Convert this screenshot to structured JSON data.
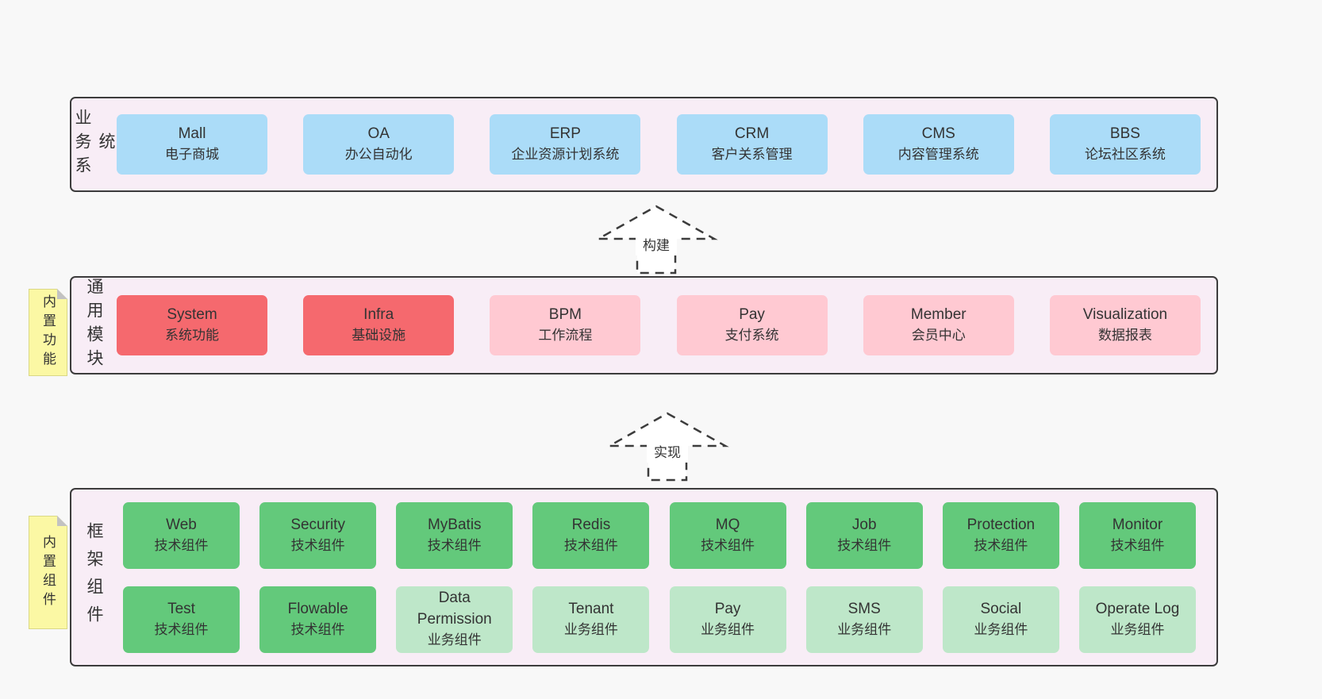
{
  "colors": {
    "page_bg": "#f8f8f8",
    "container_bg": "#f8edf6",
    "container_border": "#3c3c3c",
    "text": "#333333",
    "blue": "#abdcf8",
    "red": "#f5696e",
    "pink": "#ffc9d2",
    "green": "#63c97b",
    "light_green": "#bee7c9",
    "yellow_note": "#fbf8a4",
    "fold": "#c2c2c2",
    "arrow_fill": "#ffffff"
  },
  "rows": [
    {
      "id": "business-systems",
      "side_label": "业务系统",
      "note": null,
      "box_rows": [
        [
          {
            "name": "Mall",
            "subtitle": "电子商城",
            "color": "blue"
          },
          {
            "name": "OA",
            "subtitle": "办公自动化",
            "color": "blue"
          },
          {
            "name": "ERP",
            "subtitle": "企业资源计划系统",
            "color": "blue"
          },
          {
            "name": "CRM",
            "subtitle": "客户关系管理",
            "color": "blue"
          },
          {
            "name": "CMS",
            "subtitle": "内容管理系统",
            "color": "blue"
          },
          {
            "name": "BBS",
            "subtitle": "论坛社区系统",
            "color": "blue"
          }
        ]
      ]
    },
    {
      "id": "common-modules",
      "side_label": "通用模块",
      "note": "内置功能",
      "box_rows": [
        [
          {
            "name": "System",
            "subtitle": "系统功能",
            "color": "red"
          },
          {
            "name": "Infra",
            "subtitle": "基础设施",
            "color": "red"
          },
          {
            "name": "BPM",
            "subtitle": "工作流程",
            "color": "pink"
          },
          {
            "name": "Pay",
            "subtitle": "支付系统",
            "color": "pink"
          },
          {
            "name": "Member",
            "subtitle": "会员中心",
            "color": "pink"
          },
          {
            "name": "Visualization",
            "subtitle": "数据报表",
            "color": "pink"
          }
        ]
      ]
    },
    {
      "id": "framework-components",
      "side_label": "框架组件",
      "note": "内置组件",
      "box_rows": [
        [
          {
            "name": "Web",
            "subtitle": "技术组件",
            "color": "green"
          },
          {
            "name": "Security",
            "subtitle": "技术组件",
            "color": "green"
          },
          {
            "name": "MyBatis",
            "subtitle": "技术组件",
            "color": "green"
          },
          {
            "name": "Redis",
            "subtitle": "技术组件",
            "color": "green"
          },
          {
            "name": "MQ",
            "subtitle": "技术组件",
            "color": "green"
          },
          {
            "name": "Job",
            "subtitle": "技术组件",
            "color": "green"
          },
          {
            "name": "Protection",
            "subtitle": "技术组件",
            "color": "green"
          },
          {
            "name": "Monitor",
            "subtitle": "技术组件",
            "color": "green"
          }
        ],
        [
          {
            "name": "Test",
            "subtitle": "技术组件",
            "color": "green"
          },
          {
            "name": "Flowable",
            "subtitle": "技术组件",
            "color": "green"
          },
          {
            "name": "Data Permission",
            "subtitle": "业务组件",
            "color": "lightgreen"
          },
          {
            "name": "Tenant",
            "subtitle": "业务组件",
            "color": "lightgreen"
          },
          {
            "name": "Pay",
            "subtitle": "业务组件",
            "color": "lightgreen"
          },
          {
            "name": "SMS",
            "subtitle": "业务组件",
            "color": "lightgreen"
          },
          {
            "name": "Social",
            "subtitle": "业务组件",
            "color": "lightgreen"
          },
          {
            "name": "Operate Log",
            "subtitle": "业务组件",
            "color": "lightgreen"
          }
        ]
      ]
    }
  ],
  "arrows": [
    {
      "label": "构建"
    },
    {
      "label": "实现"
    }
  ]
}
